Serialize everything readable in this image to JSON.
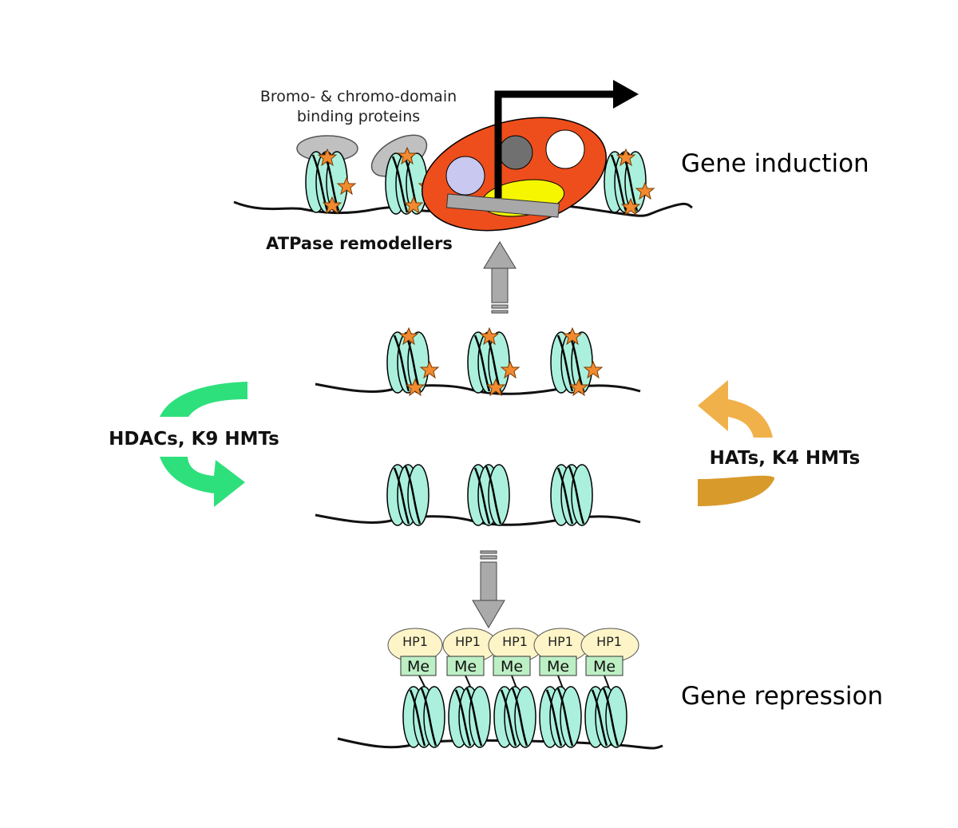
{
  "labels": {
    "bromo_line1": "Bromo- & chromo-domain",
    "bromo_line2": "binding proteins",
    "atpase": "ATPase remodellers",
    "gene_induction": "Gene induction",
    "hdacs": "HDACs, K9 HMTs",
    "hats": "HATs, K4 HMTs",
    "gene_repression": "Gene repression",
    "hp1": "HP1",
    "me": "Me"
  },
  "colors": {
    "nucleosome": "#aaf0dc",
    "dna": "#111111",
    "star": "#f28a30",
    "remodeller": "#ee4e1c",
    "hdac_arrow": "#2ee07c",
    "hat_arrow": "#f0b04a",
    "grey_arrow": "#aaaaaa",
    "hp1": "#fdf5c8",
    "me_box": "#bdefc4"
  }
}
